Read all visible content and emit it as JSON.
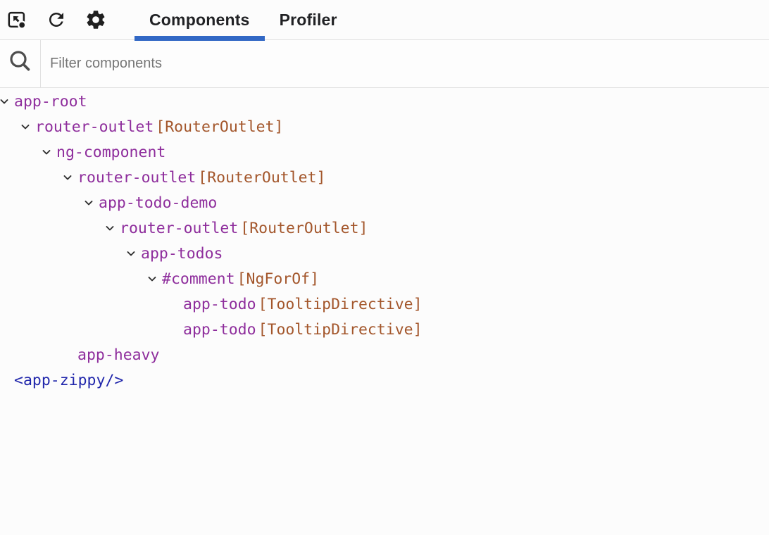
{
  "toolbar": {
    "icons": [
      {
        "name": "inspect-icon"
      },
      {
        "name": "refresh-icon"
      },
      {
        "name": "settings-icon"
      }
    ],
    "tabs": [
      {
        "label": "Components",
        "active": true
      },
      {
        "label": "Profiler",
        "active": false
      }
    ],
    "active_tab_color": "#3268c5"
  },
  "filter": {
    "placeholder": "Filter components",
    "value": ""
  },
  "tree": {
    "colors": {
      "component": "#8e2d9c",
      "element": "#2026ab",
      "directive": "#a3562b",
      "chevron": "#2e2e2e"
    },
    "rows": [
      {
        "depth": 0,
        "chevron": true,
        "name": "app-root",
        "directive": null,
        "kind": "component"
      },
      {
        "depth": 1,
        "chevron": true,
        "name": "router-outlet",
        "directive": "[RouterOutlet]",
        "kind": "component"
      },
      {
        "depth": 2,
        "chevron": true,
        "name": "ng-component",
        "directive": null,
        "kind": "component"
      },
      {
        "depth": 3,
        "chevron": true,
        "name": "router-outlet",
        "directive": "[RouterOutlet]",
        "kind": "component"
      },
      {
        "depth": 4,
        "chevron": true,
        "name": "app-todo-demo",
        "directive": null,
        "kind": "component"
      },
      {
        "depth": 5,
        "chevron": true,
        "name": "router-outlet",
        "directive": "[RouterOutlet]",
        "kind": "component"
      },
      {
        "depth": 6,
        "chevron": true,
        "name": "app-todos",
        "directive": null,
        "kind": "component"
      },
      {
        "depth": 7,
        "chevron": true,
        "name": "#comment",
        "directive": "[NgForOf]",
        "kind": "component"
      },
      {
        "depth": 8,
        "chevron": false,
        "name": "app-todo",
        "directive": "[TooltipDirective]",
        "kind": "component"
      },
      {
        "depth": 8,
        "chevron": false,
        "name": "app-todo",
        "directive": "[TooltipDirective]",
        "kind": "component"
      },
      {
        "depth": 3,
        "chevron": false,
        "name": "app-heavy",
        "directive": null,
        "kind": "component"
      },
      {
        "depth": 0,
        "chevron": false,
        "name": "<app-zippy/>",
        "directive": null,
        "kind": "element"
      }
    ]
  }
}
